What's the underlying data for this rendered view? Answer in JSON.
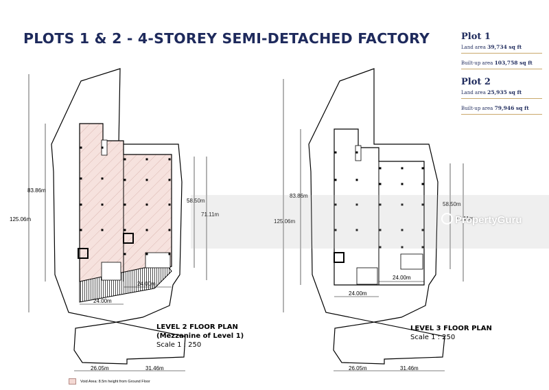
{
  "title": "PLOTS 1 & 2 - 4-STOREY SEMI-DETACHED FACTORY",
  "plots": [
    {
      "name": "Plot 1",
      "land_label": "Land area",
      "land_value": "39,734 sq ft",
      "built_label": "Built-up area",
      "built_value": "103,758 sq ft"
    },
    {
      "name": "Plot 2",
      "land_label": "Land area",
      "land_value": "25,935 sq ft",
      "built_label": "Built-up area",
      "built_value": "79,946 sq ft"
    }
  ],
  "plans": [
    {
      "title": "LEVEL 2 FLOOR PLAN",
      "subtitle": "(Mezzanine of Level 1)",
      "scale": "Scale 1 : 250",
      "dims": {
        "d125": "125.06m",
        "d83": "83.86m",
        "d58": "58.50m",
        "d71": "71.11m",
        "d24a": "24.00m",
        "d24b": "24.00m",
        "d26": "26.05m",
        "d31": "31.46m"
      }
    },
    {
      "title": "LEVEL 3 FLOOR PLAN",
      "subtitle": "",
      "scale": "Scale 1 : 250",
      "dims": {
        "d125": "125.06m",
        "d83": "83.86m",
        "d58": "58.50m",
        "d71": "71.11m",
        "d24a": "24.00m",
        "d24b": "24.00m",
        "d26": "26.05m",
        "d31": "31.46m"
      }
    }
  ],
  "legend": {
    "text": "Void Area: 8.5m height from Ground Floor",
    "color": "#f3d9d4"
  },
  "watermark": {
    "text": "PropertyGuru"
  }
}
